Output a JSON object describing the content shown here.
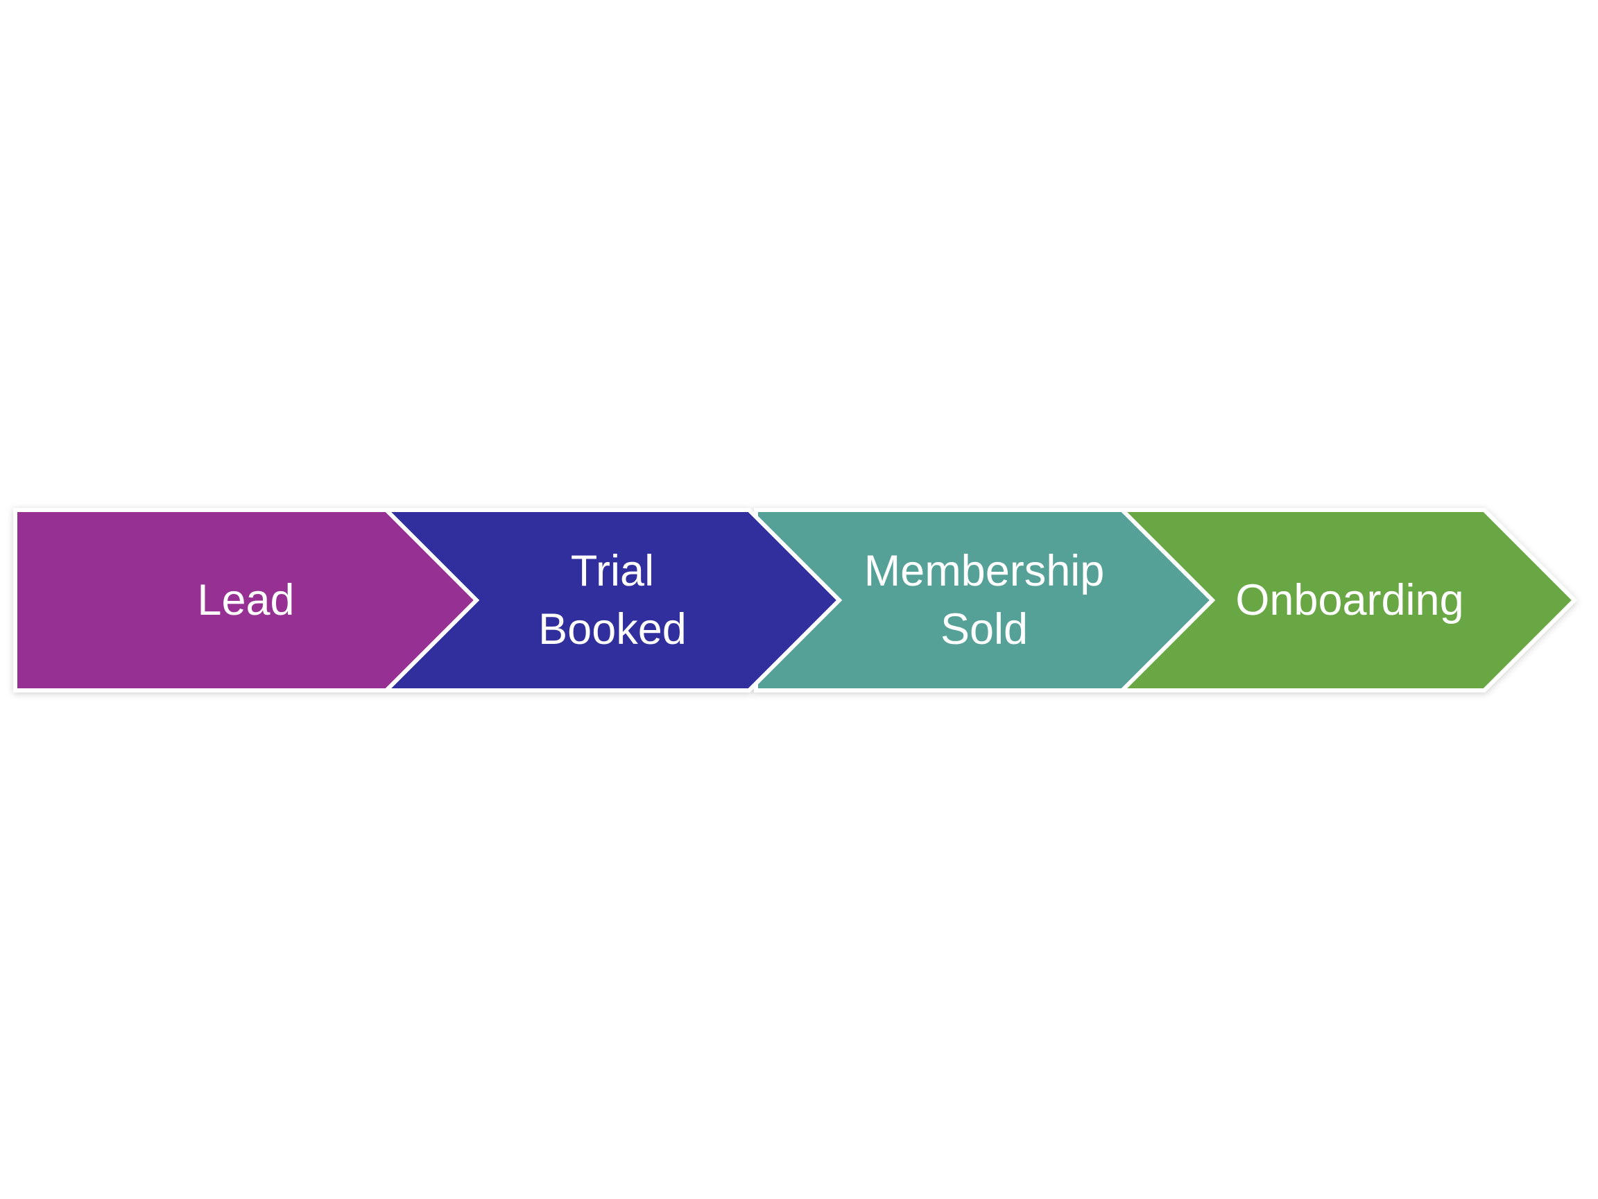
{
  "diagram": {
    "type": "process-flow-chevrons",
    "background_color": "#FFFFFF",
    "outline_color": "#FFFFFF",
    "text_color": "#FFFFFF",
    "step_count": 4
  },
  "steps": [
    {
      "label": "Lead",
      "color": "#963092"
    },
    {
      "label": "Trial\nBooked",
      "color": "#312E9D"
    },
    {
      "label": "Membership\nSold",
      "color": "#55A097"
    },
    {
      "label": "Onboarding",
      "color": "#69A644"
    }
  ]
}
